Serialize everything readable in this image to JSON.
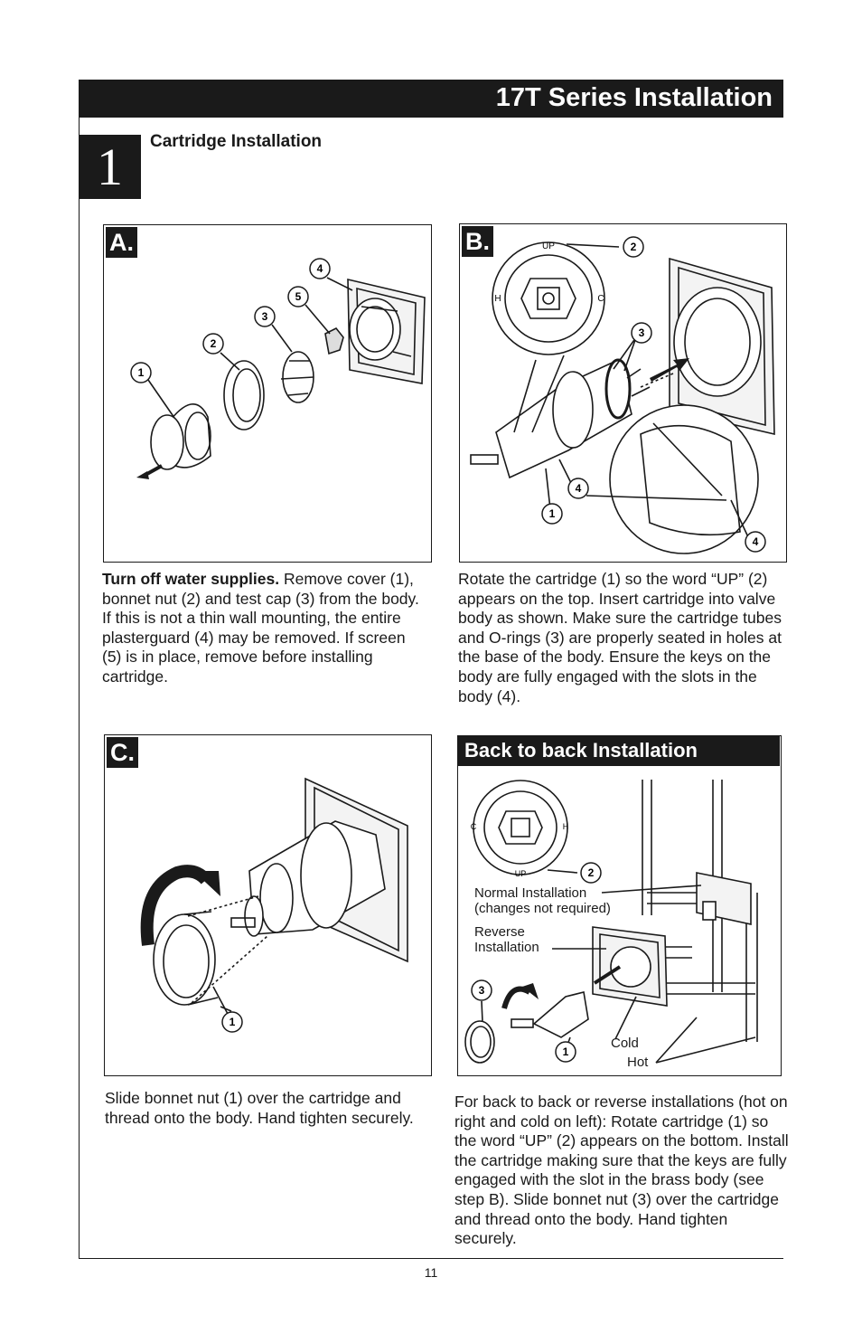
{
  "header": {
    "title": "17T Series Installation"
  },
  "step": {
    "number": "1",
    "title": "Cartridge Installation"
  },
  "panel_a": {
    "tag": "A.",
    "callouts": [
      "1",
      "2",
      "3",
      "4",
      "5"
    ],
    "caption_bold": "Turn off water supplies.",
    "caption_rest": " Remove cover (1), bonnet nut (2) and test cap (3) from the body. If this is not a thin wall mounting, the entire plasterguard (4) may be removed. If screen (5) is in place, remove before installing cartridge."
  },
  "panel_b": {
    "tag": "B.",
    "callouts": [
      "1",
      "2",
      "3",
      "4",
      "4"
    ],
    "dial_up": "UP",
    "dial_h": "H",
    "dial_c": "C",
    "caption": "Rotate the cartridge (1) so the word “UP” (2) appears on the top. Insert cartridge into valve body as shown. Make sure the cartridge tubes and O-rings (3) are properly seated in holes at the base of the body. Ensure the keys on the body are fully engaged with the slots in the body (4)."
  },
  "panel_c": {
    "tag": "C.",
    "callouts": [
      "1"
    ],
    "caption": "Slide bonnet nut (1) over the cartridge and thread onto the body. Hand tighten securely."
  },
  "panel_d": {
    "header": "Back to back Installation",
    "callouts": [
      "2",
      "3",
      "1"
    ],
    "dial_c": "C",
    "dial_h": "H",
    "dial_up": "UP",
    "normal_line1": "Normal Installation",
    "normal_line2": "(changes not required)",
    "reverse_line1": "Reverse",
    "reverse_line2": "Installation",
    "cold": "Cold",
    "hot": "Hot",
    "caption": "For back to back or reverse installations (hot on right and cold on left): Rotate cartridge (1) so the word “UP” (2) appears on the bottom. Install the cartridge making sure that the keys are fully engaged with the slot in the brass body (see step B). Slide bonnet nut (3) over the cartridge and thread onto the body. Hand tighten securely."
  },
  "footer": {
    "page": "11"
  }
}
